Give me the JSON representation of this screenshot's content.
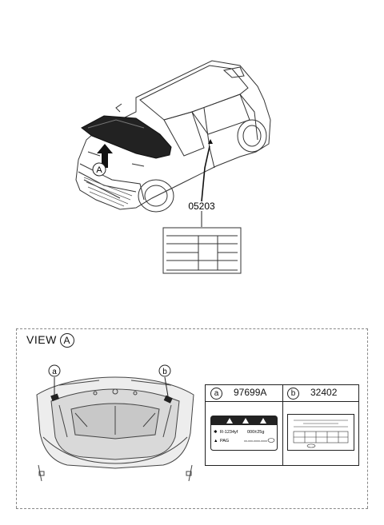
{
  "callout_a_top": "A",
  "part_number_main": "05203",
  "view": {
    "title": "VIEW",
    "ref": "A"
  },
  "callouts": {
    "a": "a",
    "b": "b"
  },
  "table": {
    "col_a": {
      "tag": "a",
      "part": "97699A"
    },
    "col_b": {
      "tag": "b",
      "part": "32402"
    }
  },
  "label_a": {
    "refrigerant": "R-1234yf",
    "amount": "000±25g",
    "oil": "PAG",
    "code": "XX-XXX-XXXX-XXXX"
  }
}
